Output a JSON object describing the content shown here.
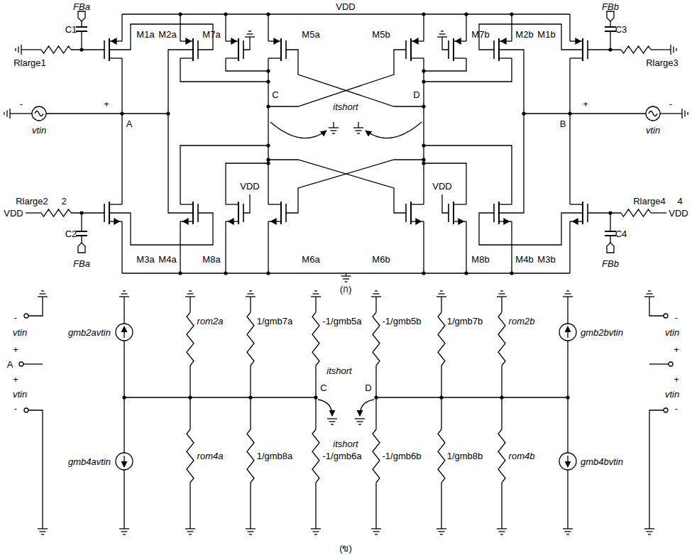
{
  "diagram": {
    "labels": [
      "VDD",
      "FBa",
      "C1",
      "M1a",
      "M2a",
      "Rlarge1",
      "-",
      "+",
      "A",
      "vtin",
      "Rlarge2",
      "2",
      "VDD",
      "C2",
      "FBa",
      "M3a",
      "M4a",
      "M7a",
      "M5a",
      "M5b",
      "M7b",
      "C",
      "D",
      "itshort",
      "VDD",
      "VDD",
      "M8a",
      "M6a",
      "M6b",
      "M8b",
      "FBb",
      "C3",
      "M2b",
      "M1b",
      "Rlarge3",
      "B",
      "+",
      "-",
      "vtin",
      "Rlarge4",
      "4",
      "VDD",
      "C4",
      "FBb",
      "M4b",
      "M3b",
      "(ก)",
      "-",
      "vtin",
      "A",
      "+",
      "+",
      "vtin",
      "-",
      "gmb2avtin",
      "rom2a",
      "1/gmb7a",
      "-1/gmb5a",
      "itshort",
      "C",
      "gmb4avtin",
      "rom4a",
      "1/gmb8a",
      "-1/gmb6a",
      "itshort",
      "D",
      "-1/gmb5b",
      "1/gmb7b",
      "rom2b",
      "gmb2bvtin",
      "-1/gmb6b",
      "1/gmb8b",
      "rom4b",
      "gmb4bvtin",
      "-",
      "vtin",
      "+",
      "+",
      "vtin",
      "-",
      "(ข)"
    ]
  }
}
